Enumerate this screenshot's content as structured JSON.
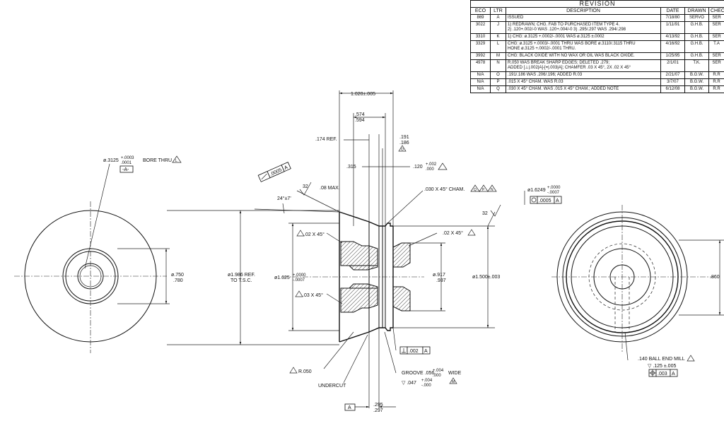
{
  "revision": {
    "title": "REVISION",
    "headers": [
      "ECO",
      "LTR",
      "DESCRIPTION",
      "DATE",
      "DRAWN",
      "CHEC"
    ],
    "rows": [
      [
        "869",
        "A",
        "ISSUED",
        "7/18/80",
        "SERVO",
        "SER"
      ],
      [
        "3022",
        "J",
        "1) REDRAWN; CHG. FAB TO PURCHASED ITEM TYPE 4.\n2) .120+.002/-0 WAS .120+.004/-0  3) .295/.297 WAS .294/.298",
        "1/11/91",
        "G.H.B.",
        "SER"
      ],
      [
        "3310",
        "K",
        "1) CHG: ø.3125 +.0002/-.0001 WAS ø.3125 ±.0002",
        "4/13/92",
        "G.H.B.",
        "SER"
      ],
      [
        "3329",
        "L",
        "CHG: ø.3125 +.0003/-.0001 THRU WAS BORE ø.3110/.3115 THRU\nHONE ø.3125 +.0002/-.0001 THRU.",
        "4/16/92",
        "G.H.B.",
        "T.A"
      ],
      [
        "3992",
        "M",
        "CHG: BLACK OXIDE WITH NO WAX OR OIL WAS BLACK OXIDE.",
        "1/25/95",
        "G.H.B.",
        "SER"
      ],
      [
        "4978",
        "N",
        "R.050 WAS BREAK SHARP EDGES; DELETED .279;\nADDED [⊥|.002|A]-[⌖|.003|A]; CHAMFER .03 X 45°, 2X .02 X 45°",
        "2/1/01",
        "T.K.",
        "SER"
      ],
      [
        "N/A",
        "O",
        ".191/.186 WAS .206/.196; ADDED R.03",
        "2/21/07",
        "B.G.W.",
        "R.R"
      ],
      [
        "N/A",
        "P",
        ".015 X 45° CHAM. WAS R.03",
        "3/7/07",
        "B.G.W.",
        "R.R"
      ],
      [
        "N/A",
        "Q",
        ".030 X 45° CHAM. WAS .015 X 45° CHAM.; ADDED NOTE",
        "6/12/08",
        "B.G.W.",
        "R.R"
      ]
    ]
  },
  "dims": {
    "overall_length": "1.020±.005",
    "d574": ".574",
    "d594": ".594",
    "d191": ".191",
    "d186": ".186",
    "ref174": ".174 REF.",
    "d315": ".315",
    "d120": ".120",
    "d120_tol_upper": "+.002",
    "d120_tol_lower": ".000",
    "max08": ".08 MAX.",
    "roughness32": "32",
    "angle": "24°±7'",
    "flat0005": ".0005",
    "datum_a": "A",
    "bore": "ø.3125",
    "bore_tol_upper": "+.0003",
    "bore_tol_lower": ".0001",
    "bore_label": "BORE THRU",
    "datum_a_box": "-A-",
    "cham030": ".030 X 45° CHAM.",
    "od16249": "ø1.6249",
    "od16249_tol_upper": "+.0000",
    "od16249_tol_lower": "-.0007",
    "circ0005": ".0005",
    "cham02_left": ".02 X 45°",
    "cham02_right": ".02 X 45°",
    "cham03": ".03 X 45°",
    "d750": "ø.750",
    "d780": ".780",
    "d1986": "ø1.986 REF.",
    "tsc": "TO T.S.C.",
    "d1625": "ø1.625",
    "d1625_tol_upper": "+.0000",
    "d1625_tol_lower": "-.0007",
    "d917": "ø.917",
    "d937": ".937",
    "d1500": "ø1.500±.003",
    "perp002": ".002",
    "r050": "R.050",
    "undercut": "UNDERCUT",
    "groove": "GROOVE .056",
    "groove_tol_upper": "+.004",
    "groove_tol_lower": ".000",
    "groove_wide": "WIDE",
    "groove_depth": "▽ .047",
    "groove_depth_tol_upper": "+.004",
    "groove_depth_tol_lower": "-.000",
    "d295": ".295",
    "d297": ".297",
    "d860": ".860",
    "ball_mill": ".140 BALL END MILL",
    "ball_depth": "▽ .125 ±.005",
    "pos003": ".003",
    "rev_n": "N",
    "rev_o": "O",
    "rev_p": "P",
    "rev_q": "Q",
    "rev_m": "M",
    "rev_l": "L"
  },
  "colors": {
    "line": "#111111",
    "paper": "#ffffff"
  }
}
